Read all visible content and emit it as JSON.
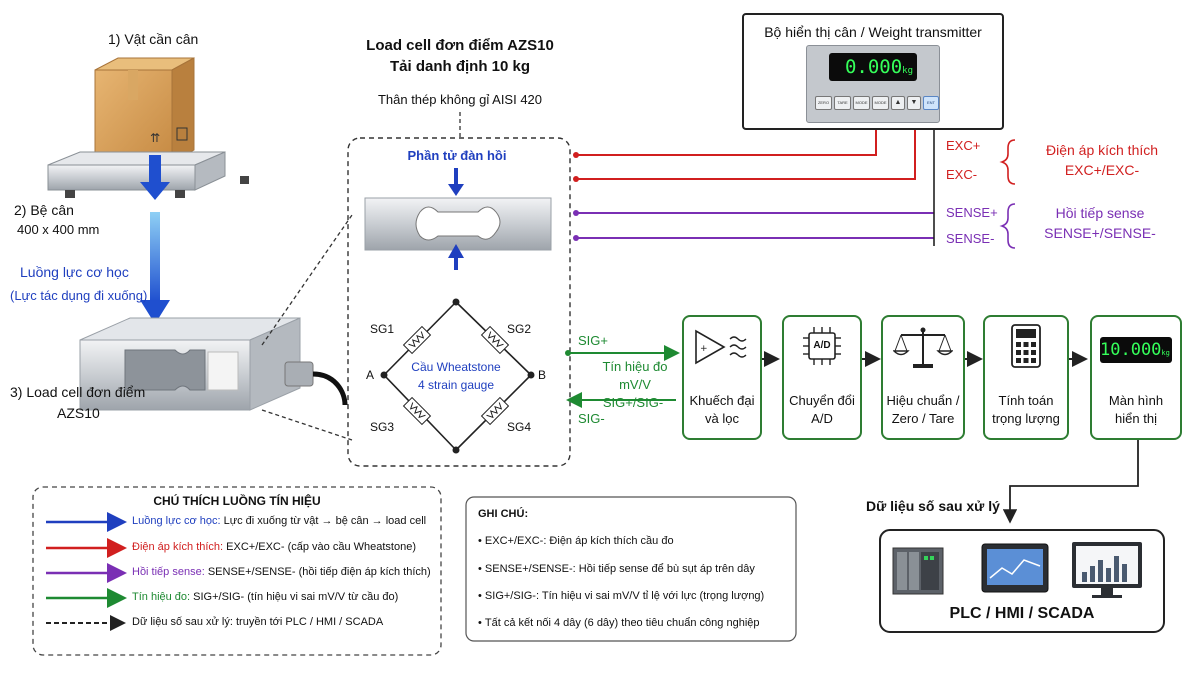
{
  "colors": {
    "force": "#1f3fbf",
    "excitation": "#d11f1f",
    "sense": "#7a2fb4",
    "signal": "#1e8a32",
    "digital": "#222222"
  },
  "scale": {
    "item_label": "1) Vật cần cân",
    "platform_label_line1": "2) Bệ cân",
    "platform_label_line2": "400 x 400 mm",
    "force_label_line1": "Luồng lực cơ học",
    "force_label_line2": "(Lực tác dụng đi xuống)",
    "loadcell_label_line1": "3) Load cell đơn điểm",
    "loadcell_label_line2": "AZS10"
  },
  "loadcell_detail": {
    "title_line1": "Load cell đơn điểm AZS10",
    "title_line2": "Tải danh định 10 kg",
    "material": "Thân thép không gỉ AISI 420",
    "element_label": "Phần tử đàn hồi",
    "bridge_label_line1": "Cầu Wheatstone",
    "bridge_label_line2": "4 strain gauge",
    "node_a": "A",
    "node_b": "B",
    "gauges": [
      "SG1",
      "SG2",
      "SG3",
      "SG4"
    ]
  },
  "transmitter": {
    "title": "Bộ hiển thị cân / Weight transmitter",
    "reading": "0.000",
    "unit": "kg",
    "buttons": [
      "ZERO",
      "TARE",
      "MODE",
      "MODE",
      "▲",
      "▼",
      "ENT"
    ]
  },
  "wires": {
    "exc_plus": "EXC+",
    "exc_minus": "EXC-",
    "sense_plus": "SENSE+",
    "sense_minus": "SENSE-",
    "exc_note_line1": "Điện áp kích thích",
    "exc_note_line2": "EXC+/EXC-",
    "sense_note_line1": "Hồi tiếp sense",
    "sense_note_line2": "SENSE+/SENSE-",
    "sig_plus": "SIG+",
    "sig_minus": "SIG-",
    "sig_note_line1": "Tín hiệu đo",
    "sig_note_line2": "mV/V",
    "sig_note_line3": "SIG+/SIG-"
  },
  "pipeline": [
    {
      "line1": "Khuếch đại",
      "line2": "và lọc",
      "icon": "amplifier-icon"
    },
    {
      "line1": "Chuyển đổi",
      "line2": "A/D",
      "icon": "adc-chip-icon",
      "chip_text": "A/D"
    },
    {
      "line1": "Hiệu chuẩn /",
      "line2": "Zero / Tare",
      "icon": "balance-scale-icon"
    },
    {
      "line1": "Tính toán",
      "line2": "trọng lượng",
      "icon": "calculator-icon"
    },
    {
      "line1": "Màn hình",
      "line2": "hiển thị",
      "icon": "lcd-display-icon",
      "reading": "10.000",
      "unit": "kg"
    }
  ],
  "output": {
    "digital_label": "Dữ liệu số sau xử lý",
    "systems_label": "PLC / HMI / SCADA"
  },
  "legend": {
    "title": "CHÚ THÍCH LUỒNG TÍN HIỆU",
    "items": [
      {
        "name": "Luồng lực cơ học:",
        "desc": " Lực đi xuống từ vật → bệ cân → load cell"
      },
      {
        "name": "Điện áp kích thích:",
        "desc": " EXC+/EXC- (cấp vào cầu Wheatstone)"
      },
      {
        "name": "Hồi tiếp sense:",
        "desc": " SENSE+/SENSE- (hồi tiếp điện áp kích thích)"
      },
      {
        "name": "Tín hiệu đo:",
        "desc": " SIG+/SIG- (tín hiệu vi sai mV/V từ cầu đo)"
      },
      {
        "name": "Dữ liệu số sau xử lý:",
        "desc": " truyền tới PLC / HMI / SCADA"
      }
    ]
  },
  "notes": {
    "title": "GHI CHÚ:",
    "items": [
      {
        "key": "EXC+/EXC-",
        "desc": ": Điện áp kích thích cầu đo"
      },
      {
        "key": "SENSE+/SENSE-",
        "desc": ": Hồi tiếp sense để bù sụt áp trên dây"
      },
      {
        "key": "SIG+/SIG-",
        "desc": ": Tín hiệu vi sai mV/V tỉ lệ với lực (trọng lượng)"
      },
      {
        "key": "",
        "desc": "Tất cả kết nối 4 dây (6 dây) theo tiêu chuẩn công nghiệp"
      }
    ]
  }
}
